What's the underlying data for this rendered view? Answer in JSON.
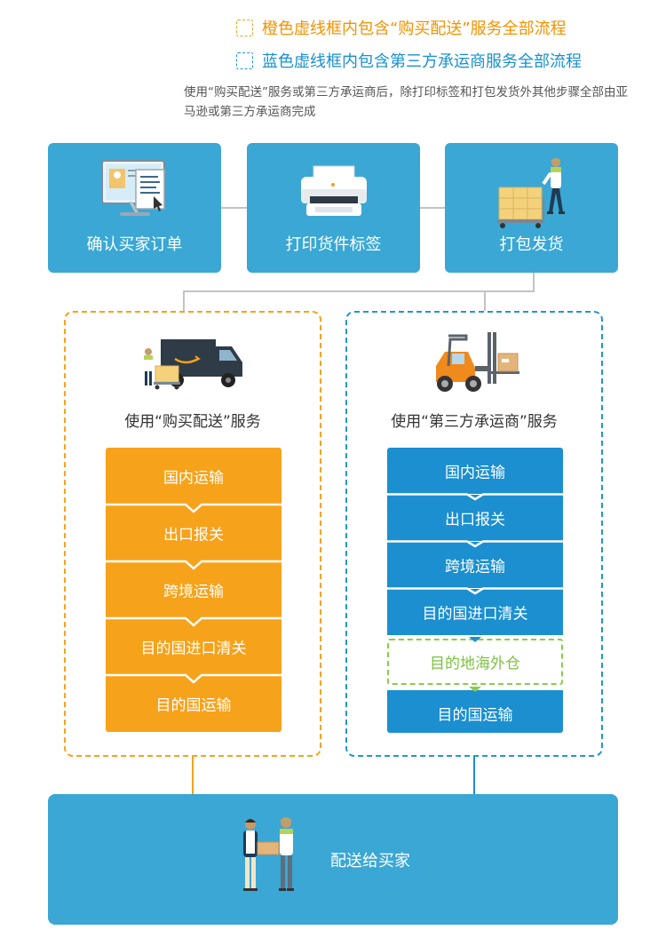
{
  "legend": {
    "orange": "橙色虚线框内包含“购买配送”服务全部流程",
    "blue": "蓝色虚线框内包含第三方承运商服务全部流程"
  },
  "note": "使用“购买配送”服务或第三方承运商后，除打印标签和打包发货外其他步骤全部由亚马逊或第三方承运商完成",
  "steps": [
    {
      "label": "确认买家订单",
      "icon": "monitor-order-icon"
    },
    {
      "label": "打印货件标签",
      "icon": "printer-icon"
    },
    {
      "label": "打包发货",
      "icon": "worker-pallet-icon"
    }
  ],
  "services": {
    "amazon": {
      "title": "使用“购买配送”服务",
      "icon": "delivery-van-icon",
      "flow": [
        "国内运输",
        "出口报关",
        "跨境运输",
        "目的国进口清关",
        "目的国运输"
      ]
    },
    "third_party": {
      "title": "使用“第三方承运商”服务",
      "icon": "forklift-icon",
      "flow": [
        "国内运输",
        "出口报关",
        "跨境运输",
        "目的国进口清关",
        "目的地海外仓",
        "目的国运输"
      ]
    }
  },
  "final": {
    "label": "配送给买家",
    "icon": "handover-package-icon"
  },
  "colors": {
    "orange": "#f7a21b",
    "blue": "#1b8fd0",
    "card_blue": "#3aa7d5",
    "green_dashed": "#8ccc4b",
    "connector_gray": "#c3c3c3"
  }
}
